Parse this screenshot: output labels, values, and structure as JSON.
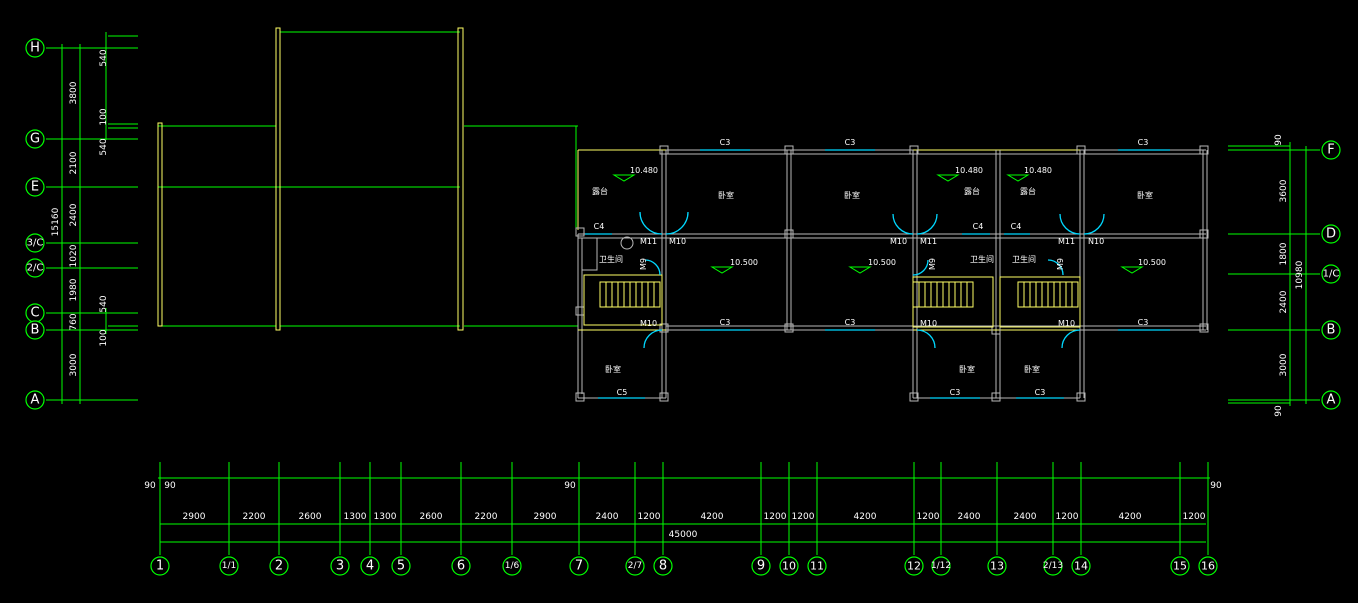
{
  "axes_left": [
    "H",
    "G",
    "E",
    "3/C",
    "2/C",
    "C",
    "B",
    "A"
  ],
  "axes_right": [
    "F",
    "D",
    "1/C",
    "B",
    "A"
  ],
  "axes_bottom": [
    "1",
    "1/1",
    "2",
    "3",
    "4",
    "5",
    "6",
    "1/6",
    "7",
    "2/7",
    "8",
    "9",
    "10",
    "11",
    "12",
    "1/12",
    "13",
    "2/13",
    "14",
    "15",
    "16"
  ],
  "left_dims": {
    "total": "15160",
    "segments": [
      "3800",
      "2100",
      "2400",
      "1020",
      "1980",
      "760",
      "3000"
    ],
    "small": [
      "540",
      "100",
      "540",
      "540",
      "100"
    ]
  },
  "right_dims": {
    "total": "10980",
    "segments": [
      "3600",
      "1800",
      "2400",
      "3000"
    ],
    "small": [
      "90",
      "90"
    ]
  },
  "bottom_dims": {
    "total": "45000",
    "segments": [
      "2900",
      "2200",
      "2600",
      "1300",
      "1300",
      "2600",
      "2200",
      "2900",
      "2400",
      "1200",
      "4200",
      "1200",
      "1200",
      "4200",
      "1200",
      "2400",
      "2400",
      "1200",
      "4200",
      "1200"
    ],
    "small": [
      "90",
      "90",
      "90",
      "90"
    ]
  },
  "plan": {
    "room_labels": [
      "露台",
      "卧室",
      "卧室",
      "露台",
      "露台",
      "卧室",
      "卫生间",
      "卫生间",
      "卫生间",
      "卧室",
      "卧室",
      "卧室"
    ],
    "elevations": [
      "10.480",
      "10.480",
      "10.480",
      "10.500",
      "10.500",
      "10.500"
    ],
    "windows": [
      "C3",
      "C3",
      "C3",
      "C4",
      "C4",
      "C4",
      "C3",
      "C3",
      "C3",
      "C3",
      "C3",
      "C5"
    ],
    "doors": [
      "M11",
      "M10",
      "M10",
      "M11",
      "M11",
      "N10",
      "M9",
      "M9",
      "M9",
      "M10",
      "M10",
      "M10"
    ]
  }
}
